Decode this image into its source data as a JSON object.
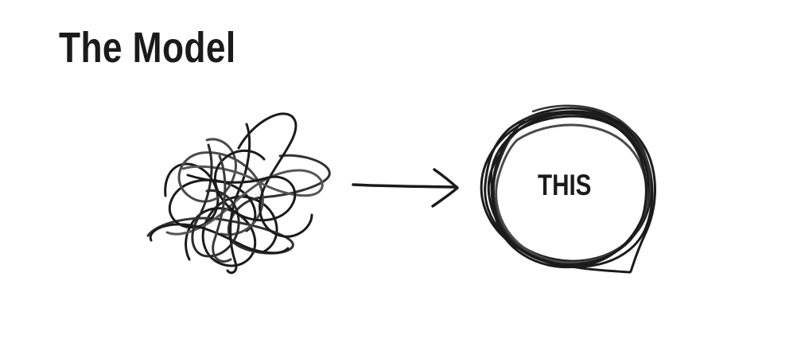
{
  "title": "The Model",
  "diagram": {
    "end_label": "THIS",
    "elements": [
      {
        "name": "tangled-scribble",
        "icon": "tangled-scribble-icon"
      },
      {
        "name": "arrow",
        "icon": "right-arrow-icon"
      },
      {
        "name": "loop-circle",
        "icon": "concentric-loop-icon"
      }
    ]
  },
  "colors": {
    "ink": "#1b1b1b",
    "ink_soft": "#555555",
    "background": "#ffffff"
  }
}
